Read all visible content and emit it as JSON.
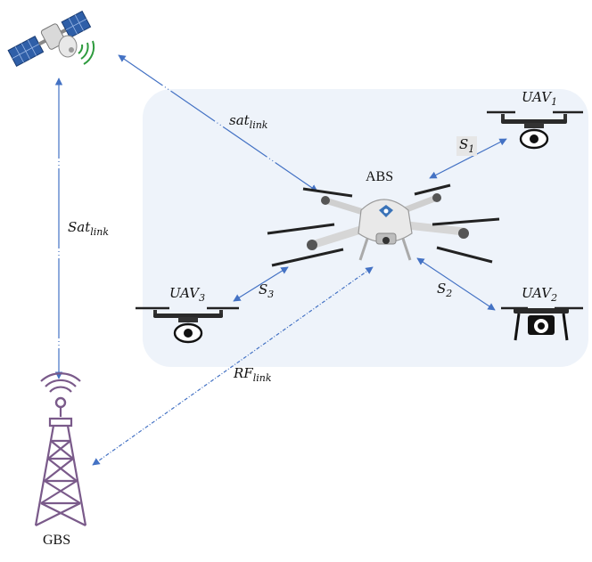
{
  "nodes": {
    "abs": "ABS",
    "gbs": "GBS",
    "uav1": {
      "base": "UAV",
      "sub": "1"
    },
    "uav2": {
      "base": "UAV",
      "sub": "2"
    },
    "uav3": {
      "base": "UAV",
      "sub": "3"
    }
  },
  "links": {
    "sat_link_satellite_abs": {
      "base": "sat",
      "sub": "link"
    },
    "sat_link_satellite_gbs": {
      "base": "Sat",
      "sub": "link"
    },
    "rf_link": {
      "base": "RF",
      "sub": "link"
    },
    "s1": {
      "base": "S",
      "sub": "1"
    },
    "s2": {
      "base": "S",
      "sub": "2"
    },
    "s3": {
      "base": "S",
      "sub": "3"
    }
  },
  "colors": {
    "link_line": "#4472c4",
    "zone_fill": "#eef3fa",
    "tower": "#7a5a8a",
    "satellite_panel": "#2f5fa8",
    "signal": "#2e9b3e"
  },
  "icons": [
    "satellite-icon",
    "tower-icon",
    "abs-drone-icon",
    "uav-camera-drone-icon"
  ]
}
